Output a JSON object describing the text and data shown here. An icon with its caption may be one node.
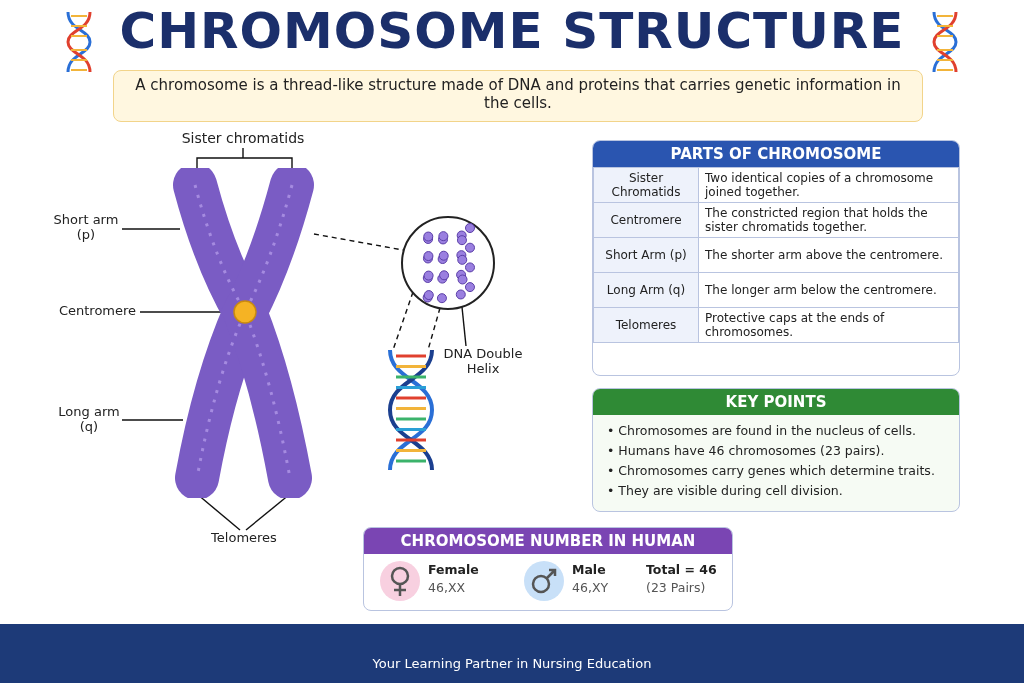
{
  "diagram": {
    "title": "CHROMOSOME STRUCTURE",
    "nodes": [
      {
        "text": [
          "A chromosome is a thread-like structure made of DNA and proteins that carries genetic information in the cells."
        ]
      },
      {
        "text": [
          "Sister chromatids"
        ]
      },
      {
        "text": [
          "Short arm (p)"
        ]
      },
      {
        "text": [
          "Centromere"
        ]
      },
      {
        "text": [
          "Long arm (q)"
        ]
      },
      {
        "text": [
          "Telomeres"
        ]
      },
      {
        "text": [],
        "shape": "picture"
      },
      {
        "text": [],
        "shape": "picture"
      },
      {
        "text": [
          "DNA Double Helix"
        ]
      },
      {
        "text": [],
        "shape": "picture"
      },
      {
        "text": [
          "PARTS OF CHROMOSOME"
        ]
      },
      {
        "text": [
          "KEY POINTS",
          "• Chromosomes are found in the nucleus of cells.",
          "• Humans have 46 chromosomes (23 pairs).",
          "• Chromosomes carry genes which determine traits.",
          "• They are visible during cell division."
        ]
      },
      {
        "text": [
          "CHROMOSOME NUMBER IN HUMAN"
        ]
      }
    ],
    "edges": [
      {
        "from": 1,
        "to": 6,
        "arrow": "none"
      },
      {
        "from": 2,
        "to": 6,
        "arrow": "none"
      },
      {
        "from": 3,
        "to": 6,
        "arrow": "none"
      },
      {
        "from": 4,
        "to": 6,
        "arrow": "none"
      },
      {
        "from": 5,
        "to": 6,
        "arrow": "other"
      },
      {
        "from": 5,
        "to": 6,
        "arrow": "other"
      },
      {
        "from": 6,
        "to": 7,
        "arrow": "none",
        "style": "dashed"
      },
      {
        "from": 7,
        "to": 9,
        "arrow": "none",
        "style": "dashed"
      },
      {
        "from": 7,
        "to": 9,
        "arrow": "none",
        "style": "dashed"
      },
      {
        "from": 8,
        "to": 7,
        "arrow": "none"
      }
    ],
    "labels": [
      "Sister Chromatids",
      "Two identical copies of a chromosome joined together.",
      "Centromere",
      "The constricted region that holds the sister chromatids together.",
      "Short Arm (p)",
      "The shorter arm above the centromere.",
      "Long Arm (q)",
      "The longer arm below the centromere.",
      "Telomeres",
      "Protective caps at the ends of chromosomes.",
      "Female",
      "46,XX",
      "Male",
      "46,XY",
      "Total = 46",
      "(23 Pairs)",
      "Your Learning Partner in Nursing Education"
    ]
  }
}
